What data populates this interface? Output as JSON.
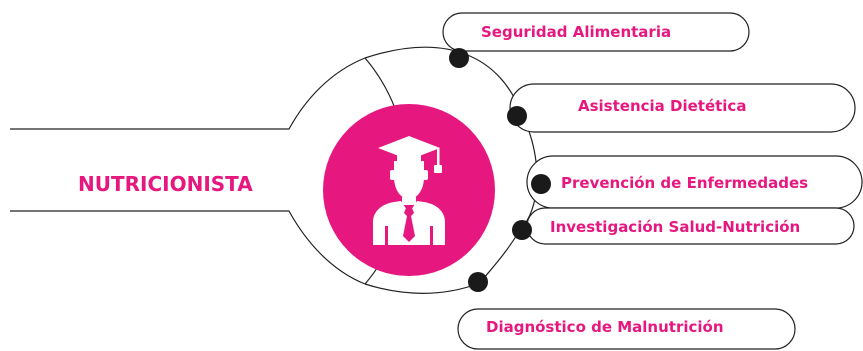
{
  "diagram": {
    "title": "NUTRICIONISTA",
    "branches": [
      {
        "label": "Seguridad Alimentaria"
      },
      {
        "label": "Asistencia Dietética"
      },
      {
        "label": "Prevención de Enfermedades"
      },
      {
        "label": "Investigación Salud-Nutrición"
      },
      {
        "label": "Diagnóstico de Malnutrición"
      }
    ],
    "center_icon": "graduate-person-icon",
    "colors": {
      "accent": "#e6177f",
      "line": "#222222",
      "dot": "#1a1a1a",
      "icon_fill": "#ffffff"
    }
  }
}
